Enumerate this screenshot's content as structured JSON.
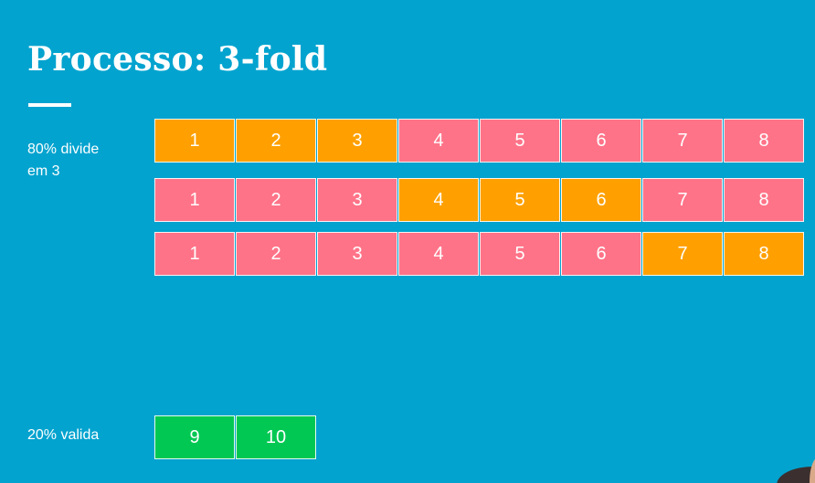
{
  "title": "Processo: 3-fold",
  "train_label": "80% divide\nem 3",
  "valid_label": "20% valida",
  "colors": {
    "background": "#02a3cf",
    "highlight_fold": "#ffa000",
    "train_block": "#ff7388",
    "validation_block": "#00c853"
  },
  "folds": [
    {
      "cells": [
        "1",
        "2",
        "3",
        "4",
        "5",
        "6",
        "7",
        "8"
      ],
      "highlighted": [
        0,
        1,
        2
      ]
    },
    {
      "cells": [
        "1",
        "2",
        "3",
        "4",
        "5",
        "6",
        "7",
        "8"
      ],
      "highlighted": [
        3,
        4,
        5
      ]
    },
    {
      "cells": [
        "1",
        "2",
        "3",
        "4",
        "5",
        "6",
        "7",
        "8"
      ],
      "highlighted": [
        6,
        7
      ]
    }
  ],
  "validation": {
    "cells": [
      "9",
      "10"
    ]
  }
}
